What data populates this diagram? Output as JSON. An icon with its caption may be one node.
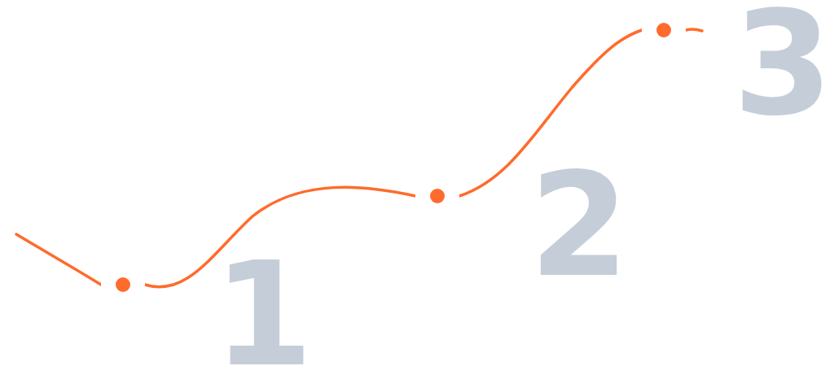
{
  "diagram": {
    "nodes": [
      {
        "text": [],
        "shape": "circle"
      },
      {
        "text": [],
        "shape": "circle"
      },
      {
        "text": [],
        "shape": "circle"
      }
    ],
    "edges": [
      {
        "from": null,
        "to": 0,
        "arrow": "none"
      },
      {
        "from": 0,
        "to": 1,
        "arrow": "none"
      },
      {
        "from": 1,
        "to": 2,
        "arrow": "none"
      },
      {
        "from": 2,
        "to": null,
        "arrow": "none"
      }
    ],
    "labels": [
      "1",
      "2",
      "3"
    ]
  }
}
